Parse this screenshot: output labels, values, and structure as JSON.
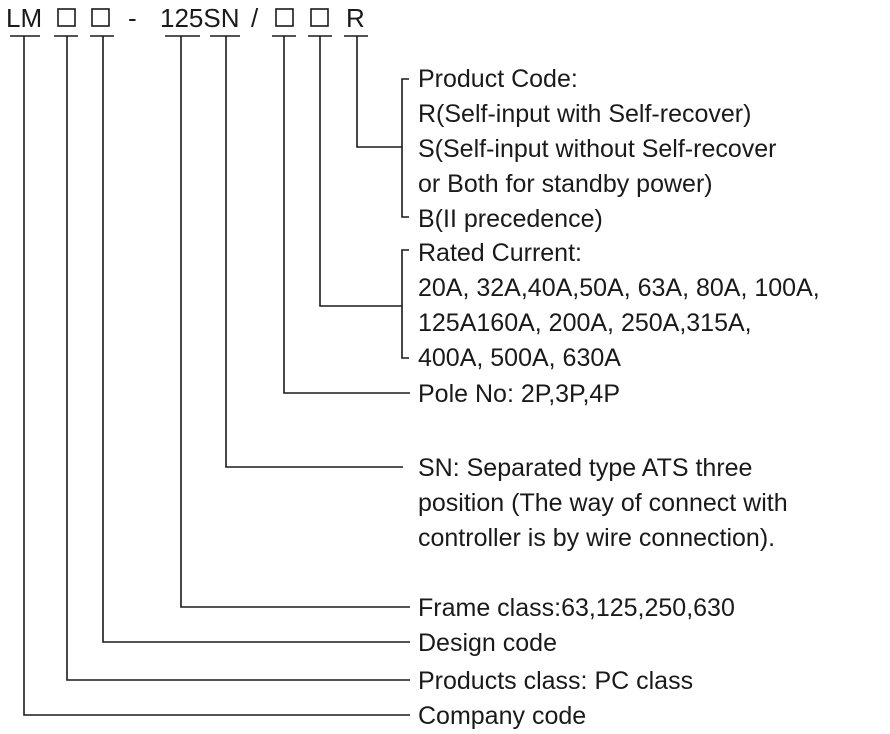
{
  "code": {
    "prefix": "LM",
    "dash": "-",
    "model": "125SN",
    "slash": "/",
    "suffix": "R"
  },
  "descriptions": {
    "product_code": [
      "Product Code:",
      "R(Self-input with Self-recover)",
      "S(Self-input without Self-recover",
      "or Both for standby power)",
      "B(II precedence)"
    ],
    "rated_current": [
      "Rated Current:",
      "20A, 32A,40A,50A, 63A, 80A, 100A,",
      "125A160A, 200A, 250A,315A,",
      "400A, 500A, 630A"
    ],
    "pole_no": [
      "Pole No: 2P,3P,4P"
    ],
    "sn": [
      "SN:  Separated type ATS three",
      "position (The way of connect with",
      "controller is by wire connection)."
    ],
    "frame_class": [
      "Frame class:63,125,250,630"
    ],
    "design_code": [
      "Design code"
    ],
    "products_class": [
      "Products class: PC class"
    ],
    "company_code": [
      "Company code"
    ]
  }
}
